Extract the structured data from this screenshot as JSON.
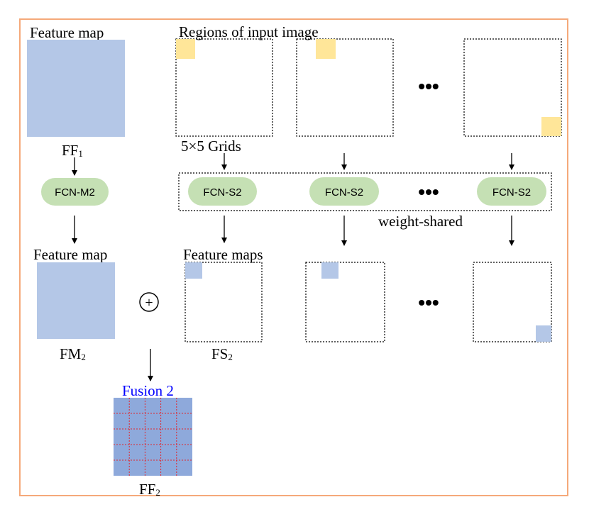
{
  "labels": {
    "feature_map_top": "Feature map",
    "regions_title": "Regions of input image",
    "ff1_main": "FF",
    "ff1_sub": "1",
    "grids": "5×5 Grids",
    "weight_shared": "weight-shared",
    "feature_map_mid": "Feature map",
    "feature_maps": "Feature maps",
    "fm2_main": "FM",
    "fm2_sub": "2",
    "fs2_main": "FS",
    "fs2_sub": "2",
    "fusion": "Fusion 2",
    "ff2_main": "FF",
    "ff2_sub": "2",
    "ellipsis": "•••",
    "plus_symbol": "+"
  },
  "nodes": {
    "fcn_m2": "FCN-M2",
    "fcn_s2_1": "FCN-S2",
    "fcn_s2_2": "FCN-S2",
    "fcn_s2_3": "FCN-S2"
  },
  "grid": {
    "rows": 5,
    "cols": 5
  },
  "colors": {
    "frame": "#f5a97a",
    "feature_fill": "#b4c7e7",
    "fusion_fill": "#8ea9db",
    "region_patch": "#ffe699",
    "pill_fill": "#c5e0b4",
    "grid_line": "#e0262e",
    "fusion_text": "#0000ff"
  }
}
